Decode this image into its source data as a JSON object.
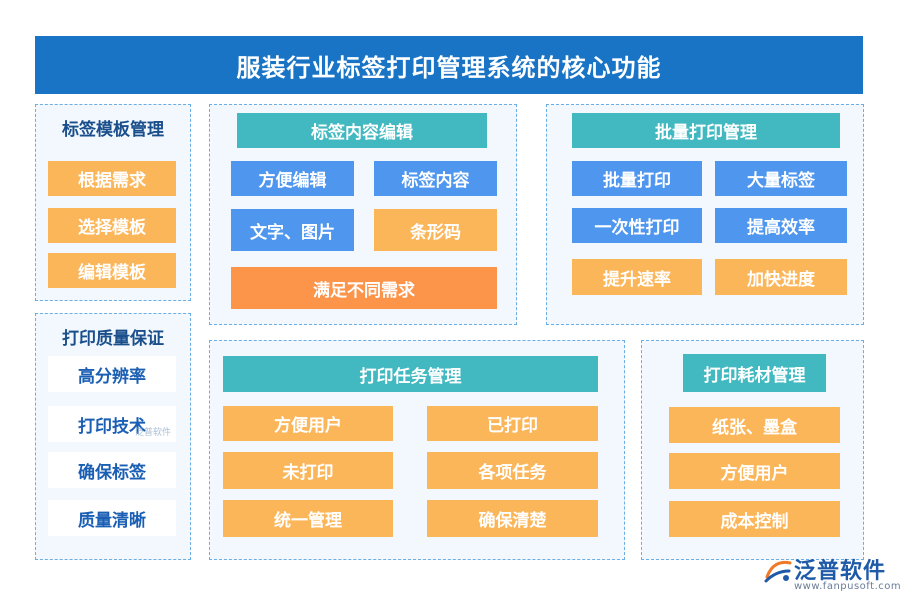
{
  "title": "服装行业标签打印管理系统的核心功能",
  "panels": {
    "template": {
      "title": "标签模板管理",
      "items": [
        "根据需求",
        "选择模板",
        "编辑模板"
      ]
    },
    "quality": {
      "title": "打印质量保证",
      "items": [
        "高分辨率",
        "打印技术",
        "确保标签",
        "质量清晰"
      ]
    },
    "content": {
      "title": "标签内容编辑",
      "items": [
        "方便编辑",
        "标签内容",
        "文字、图片",
        "条形码",
        "满足不同需求"
      ]
    },
    "batch": {
      "title": "批量打印管理",
      "items": [
        "批量打印",
        "大量标签",
        "一次性打印",
        "提高效率",
        "提升速率",
        "加快进度"
      ]
    },
    "task": {
      "title": "打印任务管理",
      "items": [
        "方便用户",
        "已打印",
        "未打印",
        "各项任务",
        "统一管理",
        "确保清楚"
      ]
    },
    "consumables": {
      "title": "打印耗材管理",
      "items": [
        "纸张、墨盒",
        "方便用户",
        "成本控制"
      ]
    }
  },
  "logo": {
    "name": "泛普软件",
    "url": "www.fanpusoft.com",
    "watermark": "泛普软件"
  },
  "colors": {
    "header": "#1a74c5",
    "teal": "#42b8c0",
    "blue": "#4f96ef",
    "orange": "#fcb65a",
    "deep_orange": "#fc944a",
    "panel_border": "#6aaee5"
  }
}
